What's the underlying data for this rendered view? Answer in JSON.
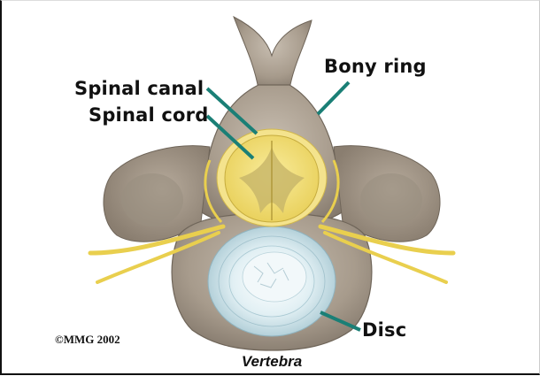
{
  "labels": {
    "spinal_canal": "Spinal canal",
    "spinal_cord": "Spinal cord",
    "bony_ring": "Bony ring",
    "disc": "Disc"
  },
  "copyright": "©MMG 2002",
  "caption": "Vertebra",
  "colors": {
    "bone": "#a79b8c",
    "bone_dark": "#7d7266",
    "bone_light": "#c7bdb0",
    "cord": "#f2dc6e",
    "cord_gray": "#c9b76a",
    "nerve": "#e9cf4e",
    "disc": "#dcebf0",
    "leader": "#1a7f76"
  }
}
